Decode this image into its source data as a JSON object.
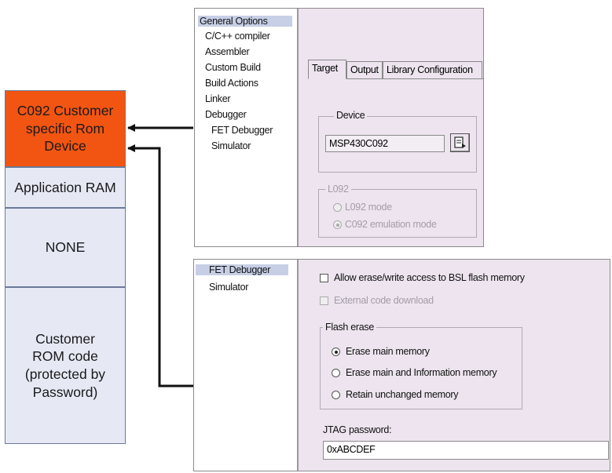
{
  "memory_map": {
    "blocks": [
      {
        "label": "C092 Customer specific Rom Device",
        "highlighted": true
      },
      {
        "label": "Application RAM",
        "highlighted": false
      },
      {
        "label": "NONE",
        "highlighted": false
      },
      {
        "label": "Customer ROM code (protected by Password)",
        "highlighted": false
      }
    ]
  },
  "colors": {
    "highlight": "#f25512",
    "block_fill": "#e6e9f4",
    "dialog_bg": "#ede4ef"
  },
  "general_dialog": {
    "tree": [
      "General Options",
      "C/C++ compiler",
      "Assembler",
      "Custom Build",
      "Build Actions",
      "Linker",
      "Debugger",
      "FET Debugger",
      "Simulator"
    ],
    "tabs": [
      "Target",
      "Output",
      "Library Configuration"
    ],
    "device_group": "Device",
    "device_value": "MSP430C092",
    "l092_group": "L092",
    "l092_mode": "L092 mode",
    "c092_mode": "C092 emulation mode"
  },
  "fet_dialog": {
    "tree": [
      "FET Debugger",
      "Simulator"
    ],
    "allow_erase": "Allow erase/write access to BSL flash memory",
    "external_download": "External code download",
    "flash_erase_group": "Flash erase",
    "erase_main": "Erase main memory",
    "erase_main_info": "Erase main and Information memory",
    "retain": "Retain unchanged memory",
    "jtag_label": "JTAG password:",
    "jtag_value": "0xABCDEF"
  }
}
